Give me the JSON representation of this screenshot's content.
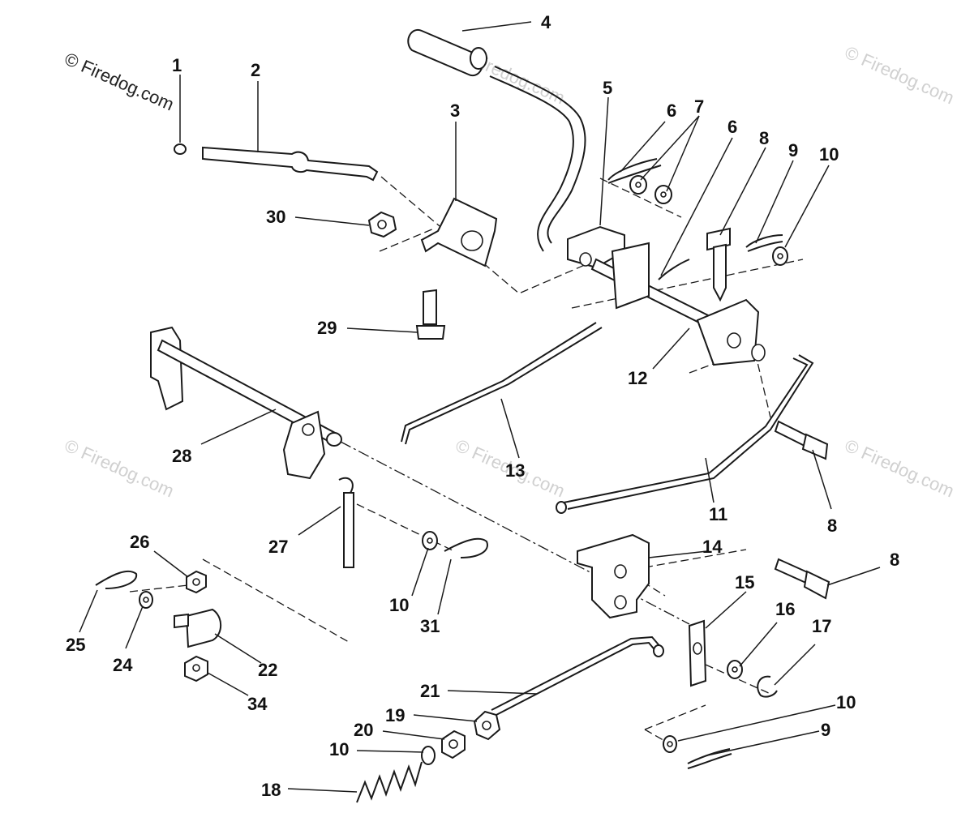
{
  "watermarks": {
    "primary": "© Firedog.com",
    "faded": "© Firedog.com"
  },
  "callouts": [
    "1",
    "2",
    "3",
    "4",
    "5",
    "6",
    "7",
    "6",
    "8",
    "9",
    "10",
    "30",
    "29",
    "12",
    "13",
    "28",
    "11",
    "8",
    "27",
    "26",
    "14",
    "8",
    "15",
    "16",
    "17",
    "10",
    "31",
    "25",
    "24",
    "22",
    "34",
    "21",
    "10",
    "19",
    "20",
    "10",
    "9",
    "18"
  ],
  "colors": {
    "line": "#1a1a1a",
    "watermark": "#d0d0d0",
    "background": "#ffffff"
  }
}
